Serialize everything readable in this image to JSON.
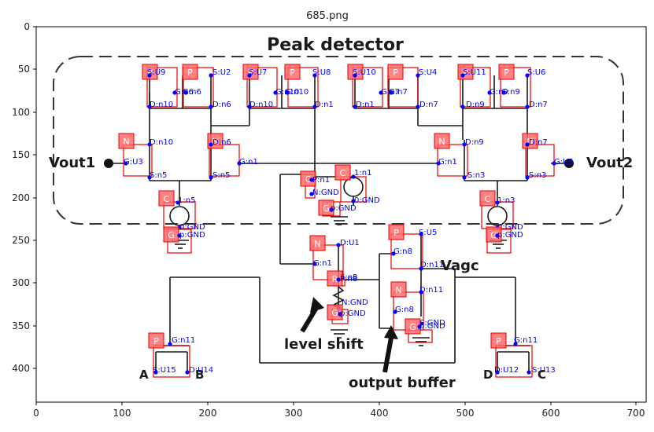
{
  "figure": {
    "title": "685.png",
    "x_ticks": [
      "0",
      "100",
      "200",
      "300",
      "400",
      "500",
      "600",
      "700"
    ],
    "y_ticks": [
      "0",
      "50",
      "100",
      "150",
      "200",
      "250",
      "300",
      "350",
      "400"
    ]
  },
  "diagram": {
    "title": "Peak detector",
    "vout1": "Vout1",
    "vout2": "Vout2",
    "vagc": "Vagc",
    "level_shift": "level shift",
    "output_buffer": "output buffer",
    "pin_a": "A",
    "pin_b": "B",
    "pin_c": "C",
    "pin_d": "D"
  },
  "colors": {
    "annotation_text": "#0000ff",
    "box": "#e60000",
    "tag_fill": "#ff6b6b",
    "wire": "#1a1a1a"
  },
  "components": [
    {
      "tag": "P",
      "labels": [
        "S:U9",
        "G:n6",
        "D:n10"
      ]
    },
    {
      "tag": "P",
      "labels": [
        "S:U2",
        "G:n6",
        "D:n6"
      ]
    },
    {
      "tag": "P",
      "labels": [
        "S:U7",
        "G:n10",
        "D:n10"
      ]
    },
    {
      "tag": "P",
      "labels": [
        "S:U8",
        "G:n10",
        "D:n1"
      ]
    },
    {
      "tag": "P",
      "labels": [
        "S:U10",
        "G:n7",
        "D:n1"
      ]
    },
    {
      "tag": "P",
      "labels": [
        "S:U4",
        "G:n7",
        "D:n7"
      ]
    },
    {
      "tag": "P",
      "labels": [
        "S:U11",
        "G:n9",
        "D:n9"
      ]
    },
    {
      "tag": "P",
      "labels": [
        "S:U6",
        "G:n9",
        "D:n7"
      ]
    },
    {
      "tag": "N",
      "labels": [
        "D:n10",
        "G:U3",
        "S:n5"
      ]
    },
    {
      "tag": "N",
      "labels": [
        "D:n6",
        "G:n1",
        "S:n5"
      ]
    },
    {
      "tag": "N",
      "labels": [
        "D:n9",
        "G:n1",
        "S:n3"
      ]
    },
    {
      "tag": "N",
      "labels": [
        "D:n7",
        "G:U5",
        "S:n3"
      ]
    },
    {
      "tag": "C",
      "labels": [
        "1:n5",
        "0:GND"
      ]
    },
    {
      "tag": "G",
      "labels": [
        "p:GND"
      ]
    },
    {
      "tag": "C",
      "labels": [
        "1:n1",
        "0:GND"
      ]
    },
    {
      "tag": "C",
      "labels": [
        "P:n1",
        "N:GND"
      ]
    },
    {
      "tag": "G",
      "labels": [
        "p:GND"
      ]
    },
    {
      "tag": "C",
      "labels": [
        "1:n3",
        "0:GND"
      ]
    },
    {
      "tag": "G",
      "labels": [
        "p:GND"
      ]
    },
    {
      "tag": "N",
      "labels": [
        "D:U1",
        "G:n1",
        "S:n8"
      ]
    },
    {
      "tag": "R",
      "labels": [
        "P:n8",
        "N:GND"
      ]
    },
    {
      "tag": "G",
      "labels": [
        "p:GND"
      ]
    },
    {
      "tag": "P",
      "labels": [
        "S:U5",
        "G:n8",
        "D:n11"
      ]
    },
    {
      "tag": "N",
      "labels": [
        "D:n11",
        "G:n8",
        "S:GND"
      ]
    },
    {
      "tag": "G",
      "labels": [
        "p:GND"
      ]
    },
    {
      "tag": "P",
      "labels": [
        "G:n11",
        "S:U15",
        "D:U14"
      ]
    },
    {
      "tag": "P",
      "labels": [
        "G:n11",
        "D:U12",
        "S:U13"
      ]
    }
  ]
}
